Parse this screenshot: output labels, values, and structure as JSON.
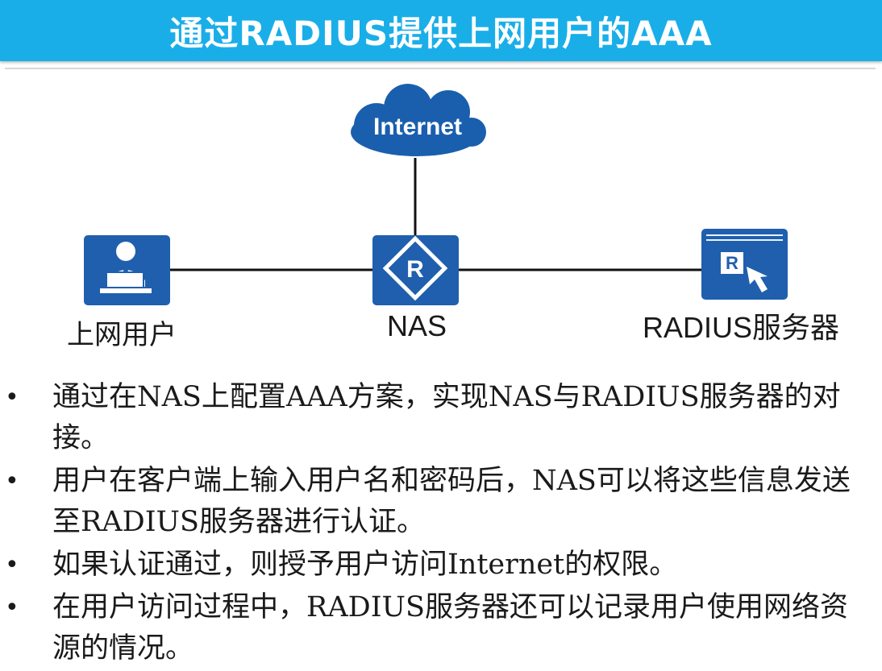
{
  "header": {
    "title": "通过RADIUS提供上网用户的AAA"
  },
  "diagram": {
    "internet_label": "Internet",
    "user_label": "上网用户",
    "nas_label": "NAS",
    "radius_label": "RADIUS服务器",
    "nas_glyph": "R",
    "server_glyph": "R",
    "icons": {
      "cloud": "cloud-icon",
      "user": "user-at-computer-icon",
      "router": "router-icon",
      "server": "radius-server-icon"
    },
    "colors": {
      "device_blue": "#1f5fae",
      "cloud_blue": "#1a5fad",
      "line": "#111111"
    }
  },
  "bullets": {
    "item_1": "通过在NAS上配置AAA方案，实现NAS与RADIUS服务器的对接。",
    "item_2": "用户在客户端上输入用户名和密码后，NAS可以将这些信息发送至RADIUS服务器进行认证。",
    "item_3": "如果认证通过，则授予用户访问Internet的权限。",
    "item_4": "在用户访问过程中，RADIUS服务器还可以记录用户使用网络资源的情况。"
  },
  "colors": {
    "title_bar": "#1aaee8",
    "title_text": "#ffffff"
  }
}
